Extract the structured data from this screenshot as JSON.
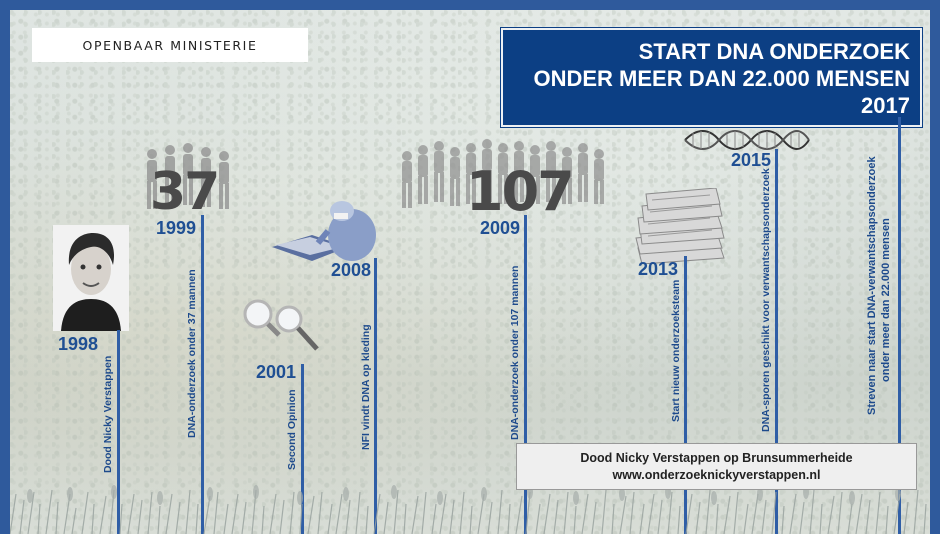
{
  "logo": {
    "text": "OPENBAAR MINISTERIE"
  },
  "headline": {
    "line1": "START DNA ONDERZOEK",
    "line2": "ONDER MEER DAN 22.000 MENSEN",
    "line3": "2017"
  },
  "counts": {
    "first": "37",
    "second": "107"
  },
  "timeline": [
    {
      "year": "1998",
      "label": "Dood Nicky Verstappen"
    },
    {
      "year": "1999",
      "label": "DNA-onderzoek onder 37 mannen"
    },
    {
      "year": "2001",
      "label": "Second Opinion"
    },
    {
      "year": "2008",
      "label": "NFI vindt DNA op kleding"
    },
    {
      "year": "2009",
      "label": "DNA-onderzoek onder 107 mannen"
    },
    {
      "year": "2013",
      "label": "Start nieuw onderzoeksteam"
    },
    {
      "year": "2015",
      "label": "DNA-sporen geschikt voor verwantschapsonderzoek"
    },
    {
      "year": "",
      "label": "Streven naar start DNA-verwantschapsonderzoek",
      "label2": "onder meer dan 22.000 mensen"
    }
  ],
  "footer": {
    "line1": "Dood Nicky Verstappen op Brunsummerheide",
    "line2": "www.onderzoeknickyverstappen.nl"
  },
  "colors": {
    "frame": "#2f5a9c",
    "headline_bg": "#0c3f84",
    "timeline": "#2f5ea6",
    "year_text": "#1f4f93"
  }
}
